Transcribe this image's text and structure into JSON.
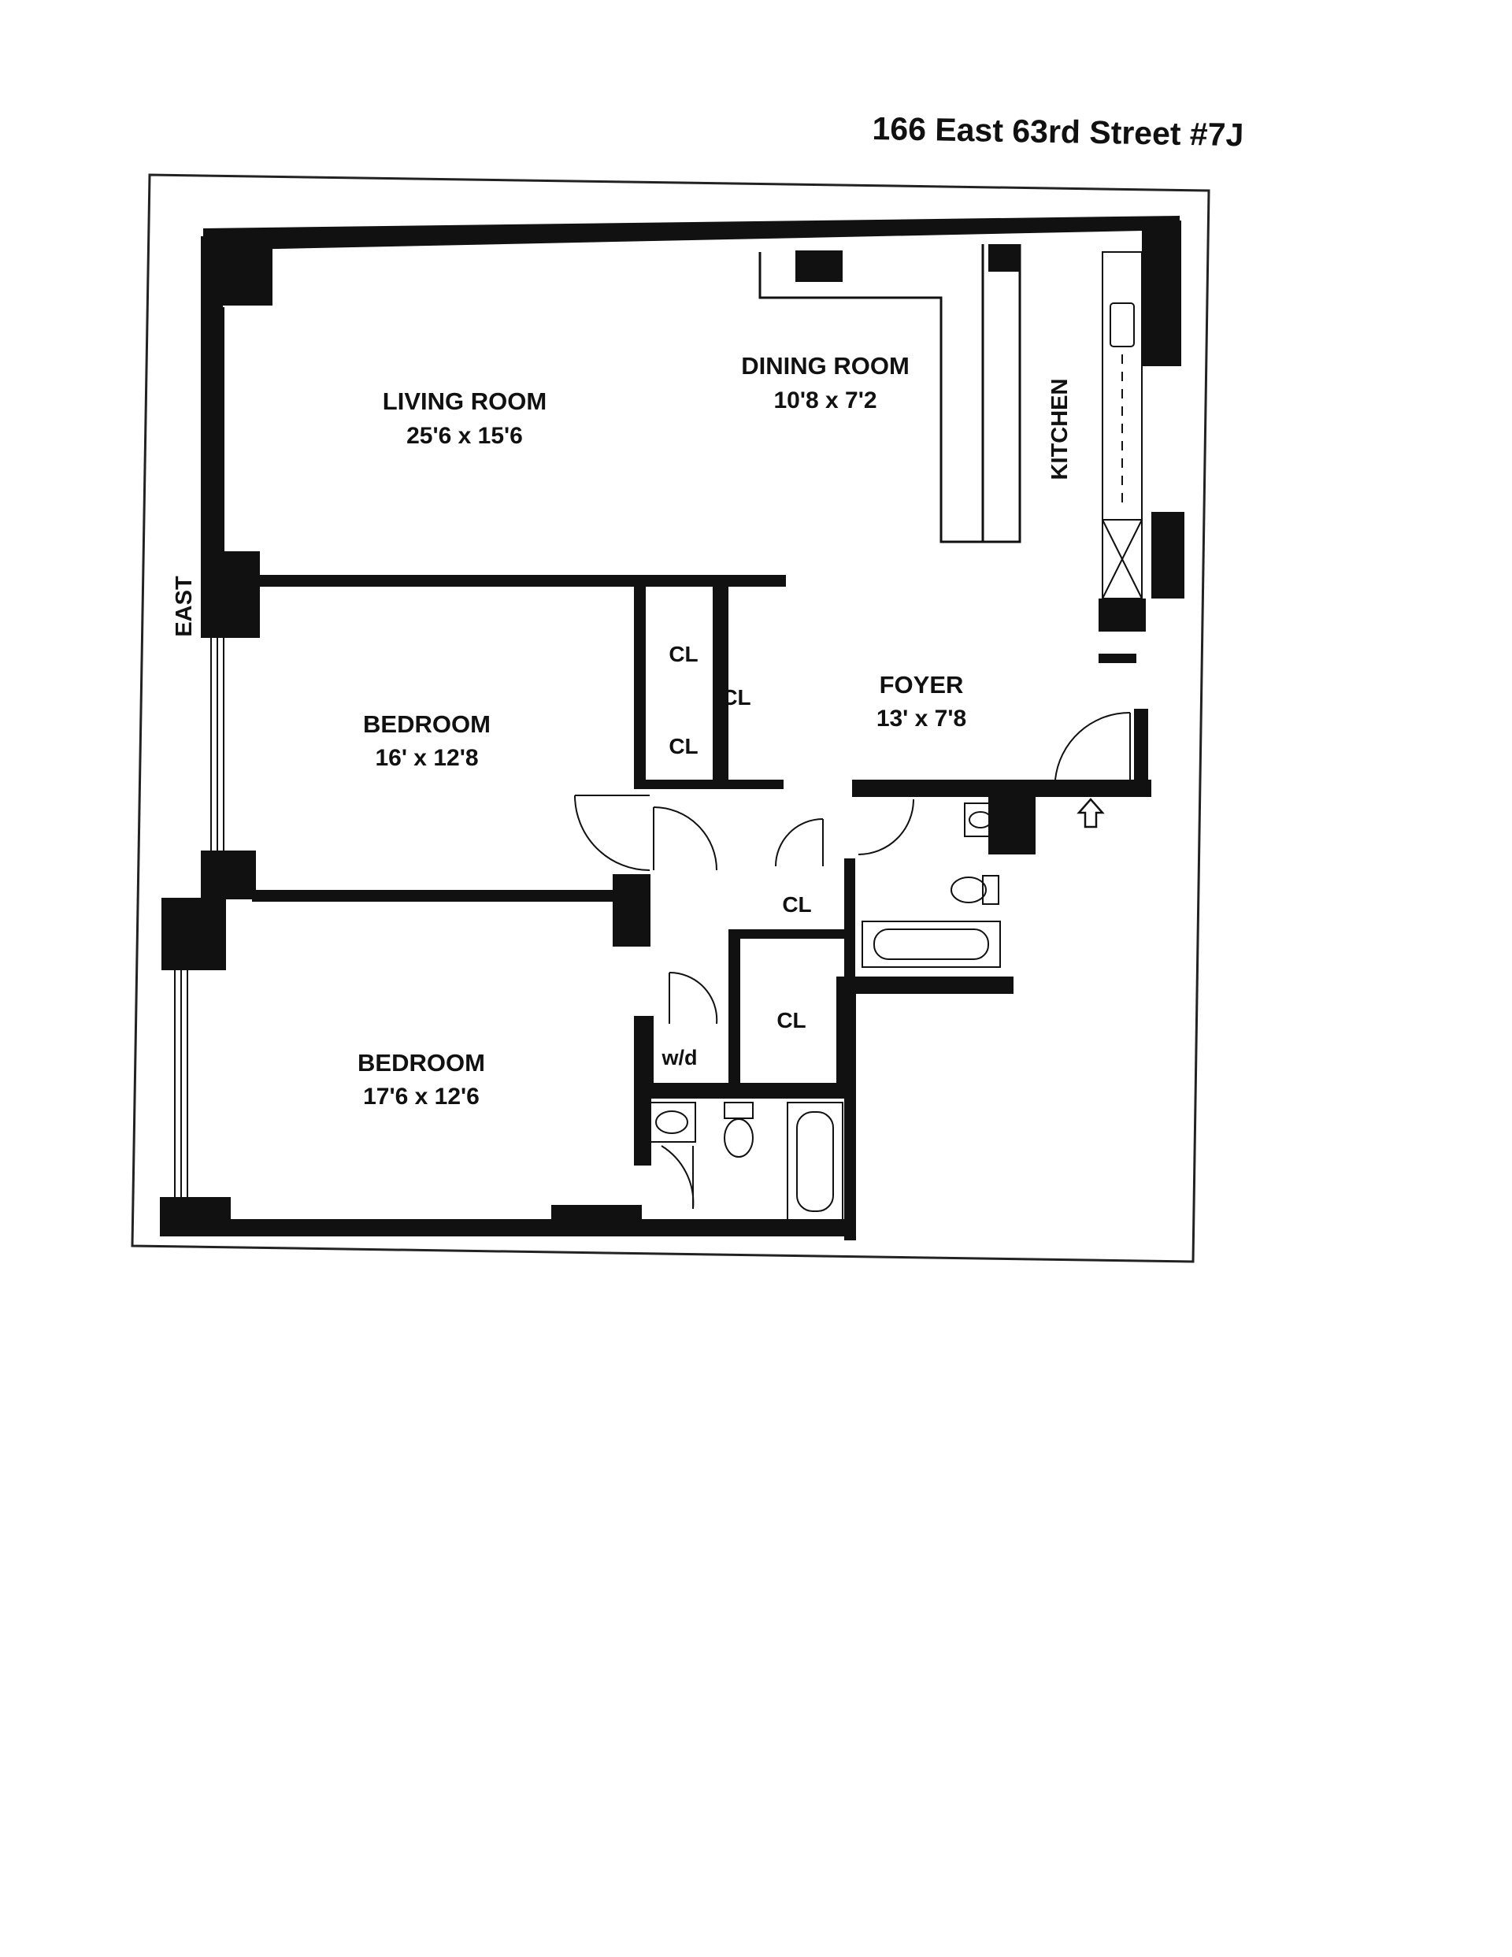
{
  "title": "166 East 63rd Street #7J",
  "orientation_label": "EAST",
  "rooms": {
    "living": {
      "name": "LIVING ROOM",
      "size": "25'6 x 15'6"
    },
    "dining": {
      "name": "DINING ROOM",
      "size": "10'8 x 7'2"
    },
    "kitchen": {
      "name": "KITCHEN"
    },
    "foyer": {
      "name": "FOYER",
      "size": "13' x 7'8"
    },
    "bedroom1": {
      "name": "BEDROOM",
      "size": "16' x 12'8"
    },
    "bedroom2": {
      "name": "BEDROOM",
      "size": "17'6 x 12'6"
    }
  },
  "closets": {
    "label": "CL",
    "laundry": "w/d"
  },
  "entry_icon": "up-arrow-icon",
  "colors": {
    "wall": "#111111",
    "paper": "#ffffff",
    "ink": "#111111"
  }
}
